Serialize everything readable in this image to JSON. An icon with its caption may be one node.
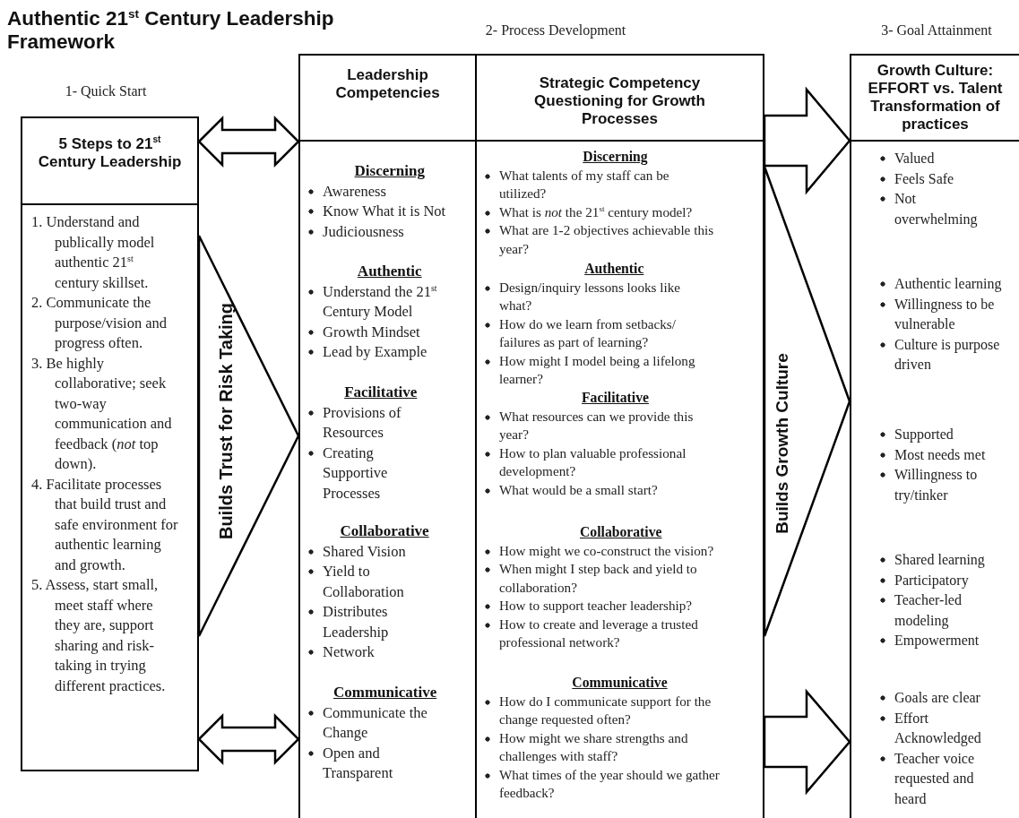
{
  "diagram": {
    "title": "Authentic 21$^{st}$ Century Leadership Framework",
    "nodes": [
      {
        "text": [
          "5 Steps to 21$^{st}$ Century Leadership"
        ]
      },
      {
        "text": [
          "1. Understand and publically model authentic 21$^{st}$ century skillset.",
          "2. Communicate the purpose/vision and progress often.",
          "3. Be highly collaborative; seek two-way communication and feedback (*not* top down).",
          "4. Facilitate processes that build trust and safe environment for authentic learning and growth.",
          "5. Assess, start small, meet staff where they are, support sharing and risk-taking in trying different practices."
        ]
      },
      {
        "text": [
          "Leadership Competencies"
        ]
      },
      {
        "text": [],
        "shape": "box"
      },
      {
        "text": [
          "Discerning",
          "Awareness",
          "Know What it is Not",
          "Judiciousness"
        ],
        "in": 3
      },
      {
        "text": [
          "Authentic",
          "Understand the 21$^{st}$ Century Model",
          "Growth Mindset",
          "Lead by Example"
        ],
        "in": 3
      },
      {
        "text": [
          "Facilitative",
          "Provisions of Resources",
          "Creating Supportive Processes"
        ],
        "in": 3
      },
      {
        "text": [
          "Collaborative",
          "Shared Vision",
          "Yield to Collaboration",
          "Distributes Leadership",
          "Network"
        ],
        "in": 3
      },
      {
        "text": [
          "Communicative",
          "Communicate the Change",
          "Open and Transparent"
        ],
        "in": 3
      },
      {
        "text": [
          "Strategic Competency Questioning for Growth Processes"
        ]
      },
      {
        "text": [],
        "shape": "box"
      },
      {
        "text": [
          "Discerning",
          "What talents of my staff can be utilized?",
          "What is *not* the 21$^{st}$ century model?",
          "What are 1-2 objectives achievable this year?"
        ],
        "in": 10
      },
      {
        "text": [
          "Authentic",
          "Design/inquiry lessons looks like what?",
          "How do we learn from setbacks/ failures as part of learning?",
          "How might I model being a lifelong learner?"
        ],
        "in": 10
      },
      {
        "text": [
          "Facilitative",
          "What resources can we provide this year?",
          "How to plan valuable professional development?",
          "What would be a small start?"
        ],
        "in": 10
      },
      {
        "text": [
          "Collaborative",
          "How might we co-construct the vision?",
          "When might I step back and yield to collaboration?",
          "How to support teacher leadership?",
          "How to create and leverage a trusted professional network?"
        ],
        "in": 10
      },
      {
        "text": [
          "Communicative",
          "How do I communicate support for the change requested often?",
          "How might we share strengths and challenges with staff?",
          "What times of the year should we gather feedback?"
        ],
        "in": 10
      },
      {
        "text": [
          "Growth Culture: EFFORT vs. Talent Transformation of practices"
        ]
      },
      {
        "text": [],
        "shape": "box"
      },
      {
        "text": [
          "Valued",
          "Feels Safe",
          "Not overwhelming"
        ],
        "in": 17
      },
      {
        "text": [
          "Authentic learning",
          "Willingness to be vulnerable",
          "Culture is purpose driven"
        ],
        "in": 17
      },
      {
        "text": [
          "Supported",
          "Most needs met",
          "Willingness to try/tinker"
        ],
        "in": 17
      },
      {
        "text": [
          "Shared learning",
          "Participatory",
          "Teacher-led modeling",
          "Empowerment"
        ],
        "in": 17
      },
      {
        "text": [
          "Goals are clear",
          "Effort Acknowledged",
          "Teacher voice requested and heard"
        ],
        "in": 17
      },
      {
        "text": [
          "Builds Trust for Risk Taking"
        ]
      },
      {
        "text": [
          "Builds Growth Culture"
        ]
      }
    ],
    "edges": [
      {
        "from": 0,
        "to": 2,
        "arrow": "both"
      },
      {
        "from": 1,
        "to": 3,
        "arrow": "both"
      },
      {
        "from": 9,
        "to": 16,
        "arrow": "to"
      },
      {
        "from": 10,
        "to": 17,
        "arrow": "to"
      }
    ],
    "labels": [
      "1- Quick Start",
      "2- Process Development",
      "3- Goal Attainment"
    ]
  }
}
